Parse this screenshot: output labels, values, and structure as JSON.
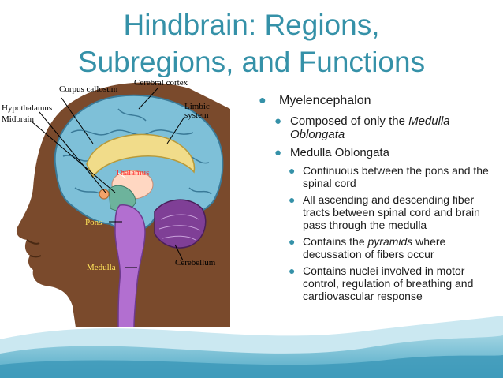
{
  "title": {
    "line1": "Hindbrain: Regions,",
    "line2": "Subregions, and Functions"
  },
  "figure_labels": {
    "corpus_callosum": "Corpus callosum",
    "cerebral_cortex": "Cerebral cortex",
    "hypothalamus": "Hypothalamus",
    "limbic": "Limbic",
    "system": "system",
    "midbrain": "Midbrain",
    "thalamus": "Thalamus",
    "pons": "Pons",
    "medulla": "Medulla",
    "cerebellum": "Cerebellum"
  },
  "bullets": {
    "myelencephalon": "Myelencephalon",
    "composed_prefix": "Composed of only the ",
    "composed_italic": "Medulla Oblongata",
    "medulla_oblongata": "Medulla Oblongata",
    "continuous": "Continuous between the pons and the spinal cord",
    "ascending": "All ascending and descending fiber tracts between spinal cord and brain pass through the medulla",
    "pyramids_prefix": "Contains the ",
    "pyramids_italic": "pyramids",
    "pyramids_suffix": " where decussation of fibers occur",
    "nuclei": "Contains nuclei involved in motor control, regulation of breathing and cardiovascular response"
  },
  "bullet_glyph": "●",
  "colors": {
    "title": "#3591a8",
    "bullet": "#3591a8",
    "text": "#1c1c1c",
    "skin": "#7a4a2c",
    "cortex": "#7ec0d8",
    "pons_medulla": "#b26fd0",
    "cerebellum": "#7f3f96",
    "thalamus": "#6db39c",
    "corpus_callosum": "#f1dc8a"
  }
}
